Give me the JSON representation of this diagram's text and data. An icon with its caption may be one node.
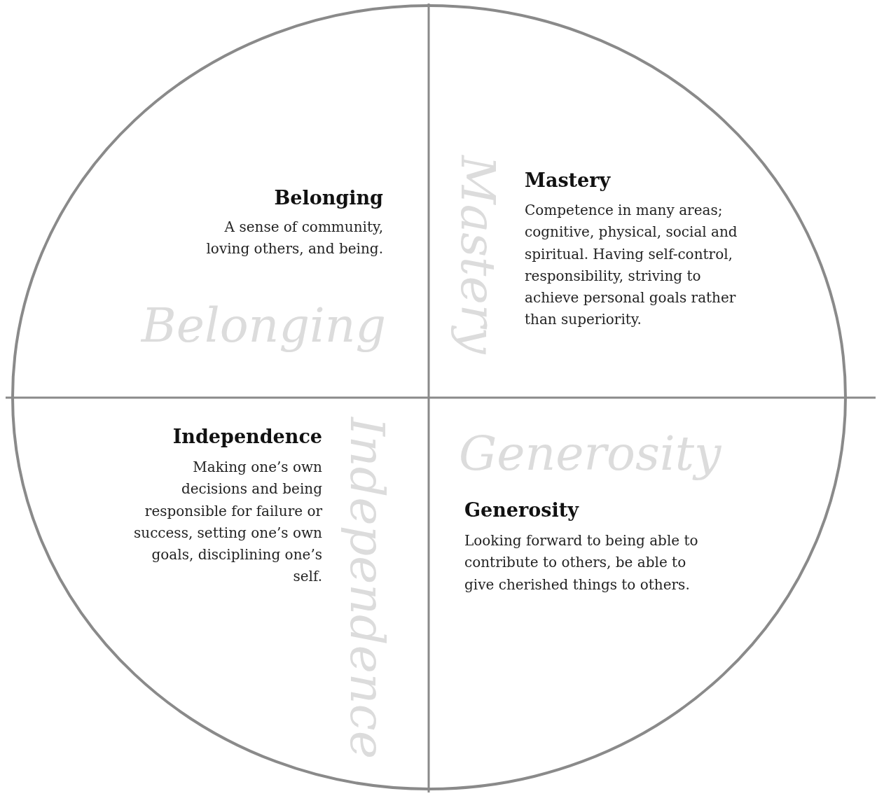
{
  "diagram": {
    "nodes": [
      {
        "text": [],
        "shape": "circle"
      },
      {
        "text": [
          "Belonging",
          "A sense of community, loving others, and being.",
          "Belonging"
        ],
        "in": 0
      },
      {
        "text": [
          "Mastery",
          "Competence in many areas; cognitive, physical, social and spiritual. Having self-control, responsibility, striving to achieve personal goals rather than superiority.",
          "Mastery"
        ],
        "in": 0
      },
      {
        "text": [
          "Independence",
          "Making one’s own decisions and being responsible for failure or success, setting one’s own goals, disciplining one’s self.",
          "Independence"
        ],
        "in": 0
      },
      {
        "text": [
          "Generosity",
          "Generosity",
          "Looking forward to being able to contribute to others, be able to give cherished things to others."
        ],
        "in": 0
      }
    ]
  }
}
